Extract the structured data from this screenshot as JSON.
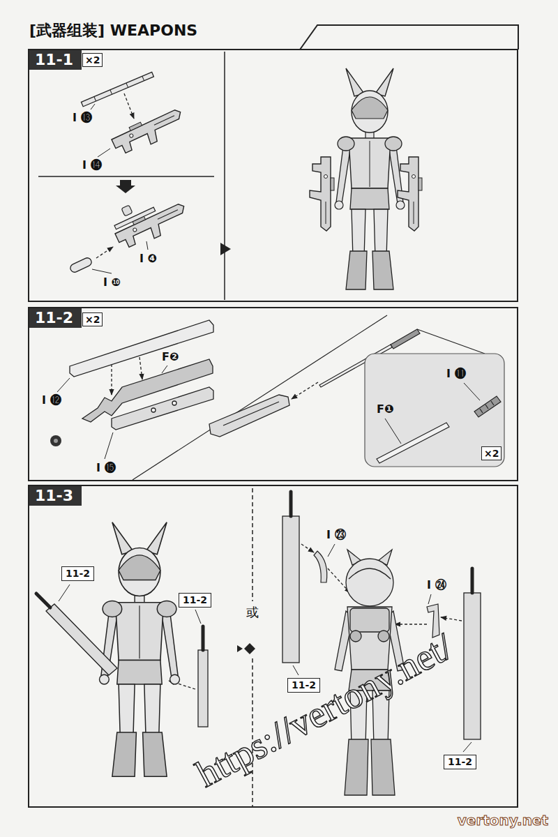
{
  "diagram": {
    "title": "[武器组装] WEAPONS",
    "nodes": [
      {
        "text": [
          "11-1"
        ]
      },
      {
        "text": [
          "×2"
        ],
        "in": 0
      },
      {
        "text": [
          "11-2"
        ]
      },
      {
        "text": [
          "×2"
        ],
        "in": 2
      },
      {
        "text": [
          "×2"
        ],
        "in": 2
      },
      {
        "text": [
          "11-3"
        ]
      },
      {
        "text": [
          "11-2"
        ],
        "in": 5
      },
      {
        "text": [
          "11-2"
        ],
        "in": 5
      },
      {
        "text": [
          "11-2"
        ],
        "in": 5
      },
      {
        "text": [
          "11-2"
        ],
        "in": 5
      }
    ],
    "labels": [
      "I ⓭",
      "I ⓮",
      "I ❹",
      "I ❿",
      "F❷",
      "I ⓫",
      "I ⓬",
      "F❶",
      "I ⓯",
      "I ㉓",
      "I ㉔",
      "或",
      "https://vertony.net/",
      "vertony.net"
    ]
  }
}
